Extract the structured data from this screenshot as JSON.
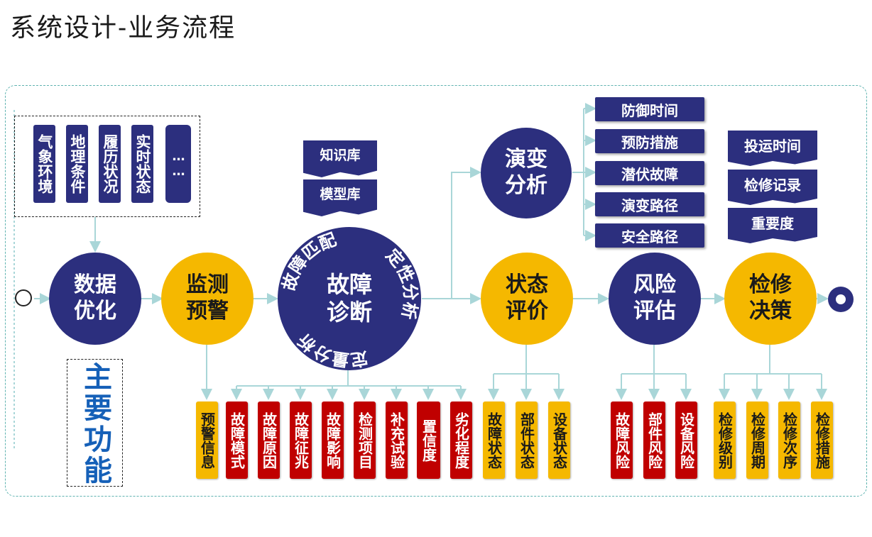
{
  "title": "系统设计-业务流程",
  "inputs": [
    "气象环境",
    "地理条件",
    "履历状况",
    "实时状态",
    "……"
  ],
  "main_label": "主要功能",
  "knowledge": [
    "知识库",
    "模型库"
  ],
  "circles": {
    "data_opt": "数据\n优化",
    "monitor": "监测\n预警",
    "diagnosis": "故障\n诊断",
    "evolution": "演变\n分析",
    "state": "状态\n评价",
    "risk": "风险\n评估",
    "repair": "检修\n决策"
  },
  "diagnosis_ring": [
    "故障匹配",
    "定性分析",
    "定量分析"
  ],
  "evolution_items": [
    "防御时间",
    "预防措施",
    "潜伏故障",
    "演变路径",
    "安全路径"
  ],
  "repair_inputs": [
    "投运时间",
    "检修记录",
    "重要度"
  ],
  "monitor_outputs": [
    {
      "label": "预警信息",
      "style": "gold"
    },
    {
      "label": "故障模式",
      "style": "red"
    },
    {
      "label": "故障原因",
      "style": "red"
    },
    {
      "label": "故障征兆",
      "style": "red"
    },
    {
      "label": "故障影响",
      "style": "red"
    },
    {
      "label": "检测项目",
      "style": "red"
    },
    {
      "label": "补充试验",
      "style": "red"
    },
    {
      "label": "置信度",
      "style": "red"
    },
    {
      "label": "劣化程度",
      "style": "red"
    }
  ],
  "state_outputs": [
    "故障状态",
    "部件状态",
    "设备状态"
  ],
  "risk_outputs": [
    "故障风险",
    "部件风险",
    "设备风险"
  ],
  "repair_outputs": [
    "检修级别",
    "检修周期",
    "检修次序",
    "检修措施"
  ],
  "colors": {
    "navy": "#2c2f7e",
    "gold": "#f5b800",
    "red": "#c00000",
    "line": "#a9d6d8",
    "main_text": "#1560b8"
  }
}
